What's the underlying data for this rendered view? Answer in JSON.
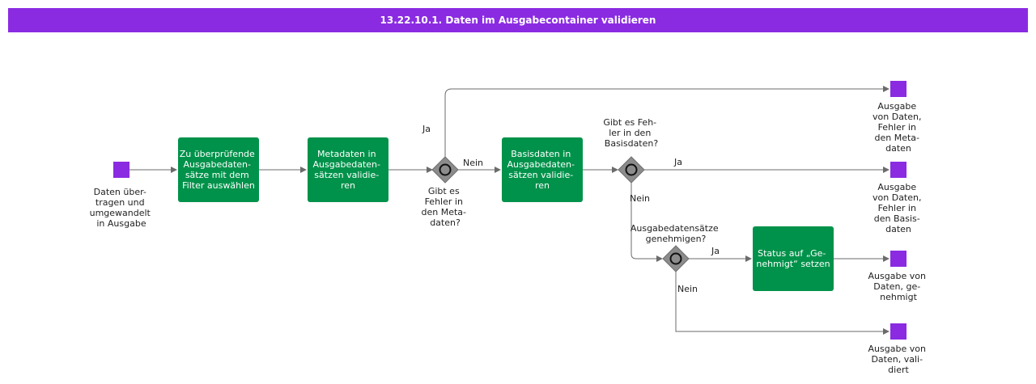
{
  "title": "13.22.10.1. Daten im Ausgabecontainer validieren",
  "colors": {
    "header": "#8a2be2",
    "event": "#8a2be2",
    "task": "#00924a",
    "gateway": "#8c8c8c",
    "edge": "#6b6b6b"
  },
  "start": {
    "label": [
      "Daten über-",
      "tragen und",
      "umgewandelt",
      "in Ausgabe"
    ]
  },
  "tasks": [
    {
      "id": "task-filter",
      "lines": [
        "Zu überprüfende",
        "Ausgabedaten-",
        "sätze mit dem",
        "Filter auswählen"
      ]
    },
    {
      "id": "task-metadata",
      "lines": [
        "Metadaten in",
        "Ausgabedaten-",
        "sätzen validie-",
        "ren"
      ]
    },
    {
      "id": "task-basisdata",
      "lines": [
        "Basisdaten in",
        "Ausgabedaten-",
        "sätzen validie-",
        "ren"
      ]
    },
    {
      "id": "task-approve",
      "lines": [
        "Status auf „Ge-",
        "nehmigt“ setzen"
      ]
    }
  ],
  "gateways": [
    {
      "id": "gateway-metadata-errors",
      "lines": [
        "Gibt es",
        "Fehler in",
        "den Meta-",
        "daten?"
      ]
    },
    {
      "id": "gateway-basis-errors",
      "lines": [
        "Gibt es Feh-",
        "ler in den",
        "Basisdaten?"
      ]
    },
    {
      "id": "gateway-approve",
      "lines": [
        "Ausgabedatensätze",
        "genehmigen?"
      ]
    }
  ],
  "end_events": [
    {
      "id": "end-metadata-errors",
      "lines": [
        "Ausgabe",
        "von Daten,",
        "Fehler in",
        "den Meta-",
        "daten"
      ]
    },
    {
      "id": "end-basis-errors",
      "lines": [
        "Ausgabe",
        "von Daten,",
        "Fehler in",
        "den Basis-",
        "daten"
      ]
    },
    {
      "id": "end-approved",
      "lines": [
        "Ausgabe von",
        "Daten, ge-",
        "nehmigt"
      ]
    },
    {
      "id": "end-validated",
      "lines": [
        "Ausgabe von",
        "Daten, vali-",
        "diert"
      ]
    }
  ],
  "edge_labels": {
    "g1_yes": "Ja",
    "g1_no": "Nein",
    "g2_yes": "Ja",
    "g2_no": "Nein",
    "g3_yes": "Ja",
    "g3_no": "Nein"
  }
}
